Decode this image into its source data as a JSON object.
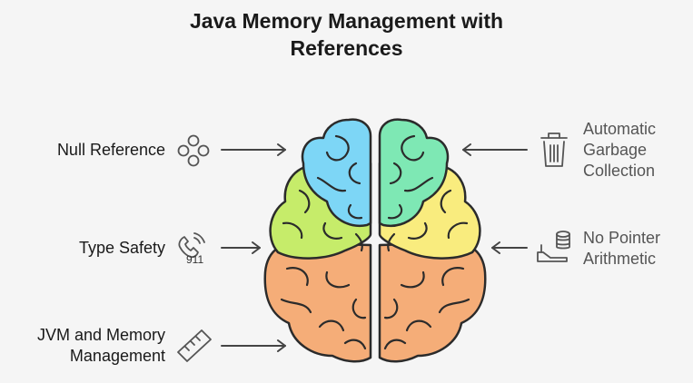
{
  "title": {
    "line1": "Java Memory Management with",
    "line2": "References"
  },
  "left_items": [
    {
      "label_lines": [
        "Null Reference"
      ],
      "icon": "nodes-icon"
    },
    {
      "label_lines": [
        "Type Safety"
      ],
      "icon": "phone-911-icon",
      "icon_text": "911"
    },
    {
      "label_lines": [
        "JVM and Memory",
        "Management"
      ],
      "icon": "ruler-icon"
    }
  ],
  "right_items": [
    {
      "label_lines": [
        "Automatic",
        "Garbage",
        "Collection"
      ],
      "icon": "trash-icon"
    },
    {
      "label_lines": [
        "No Pointer",
        "Arithmetic"
      ],
      "icon": "coin-stack-hand-icon"
    }
  ],
  "colors": {
    "blue": "#7dd6f6",
    "teal": "#7ee8b4",
    "green": "#c6ec6a",
    "yellow": "#f9ec7e",
    "orange": "#f5ad78",
    "outline": "#2b2b2b",
    "arrow": "#444444"
  }
}
